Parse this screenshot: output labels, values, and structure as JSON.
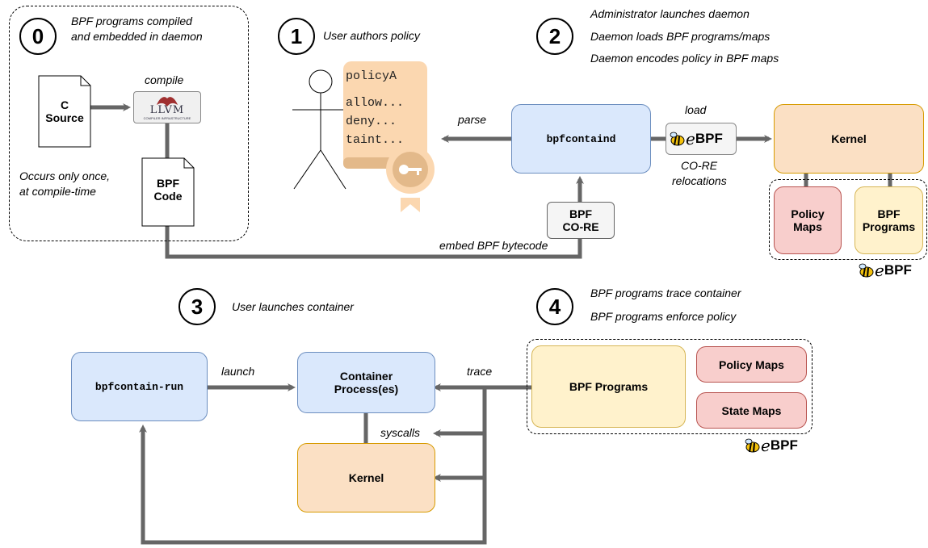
{
  "step0": {
    "number": "0",
    "caption_line1": "BPF programs compiled",
    "caption_line2": "and embedded in daemon",
    "c_source_line1": "C",
    "c_source_line2": "Source",
    "compile_label": "compile",
    "llvm_label": "LLVM",
    "llvm_sub": "COMPILER INFRASTRUCTURE",
    "bpf_code_line1": "BPF",
    "bpf_code_line2": "Code",
    "note_line1": "Occurs only once,",
    "note_line2": "at compile-time"
  },
  "step1": {
    "number": "1",
    "caption": "User authors policy",
    "policy_lines": [
      "policyA",
      "allow...",
      "deny...",
      "taint..."
    ],
    "parse_label": "parse"
  },
  "step2": {
    "number": "2",
    "caption_lines": [
      "Administrator launches daemon",
      "Daemon loads BPF programs/maps",
      "Daemon encodes policy in BPF maps"
    ],
    "daemon": "bpfcontaind",
    "load_label": "load",
    "core_reloc_line1": "CO-RE",
    "core_reloc_line2": "relocations",
    "kernel": "Kernel",
    "policy_maps_line1": "Policy",
    "policy_maps_line2": "Maps",
    "bpf_programs_line1": "BPF",
    "bpf_programs_line2": "Programs",
    "bpf_core_line1": "BPF",
    "bpf_core_line2": "CO-RE",
    "embed_label": "embed BPF bytecode"
  },
  "step3": {
    "number": "3",
    "caption": "User launches container",
    "runner": "bpfcontain-run",
    "launch_label": "launch",
    "container_line1": "Container",
    "container_line2": "Process(es)",
    "syscalls_label": "syscalls",
    "kernel": "Kernel"
  },
  "step4": {
    "number": "4",
    "caption_line1": "BPF programs trace container",
    "caption_line2": "BPF programs enforce policy",
    "trace_label": "trace",
    "bpf_programs": "BPF Programs",
    "policy_maps": "Policy Maps",
    "state_maps": "State Maps"
  },
  "ebpf_logo": {
    "e": "e",
    "text": "BPF"
  }
}
